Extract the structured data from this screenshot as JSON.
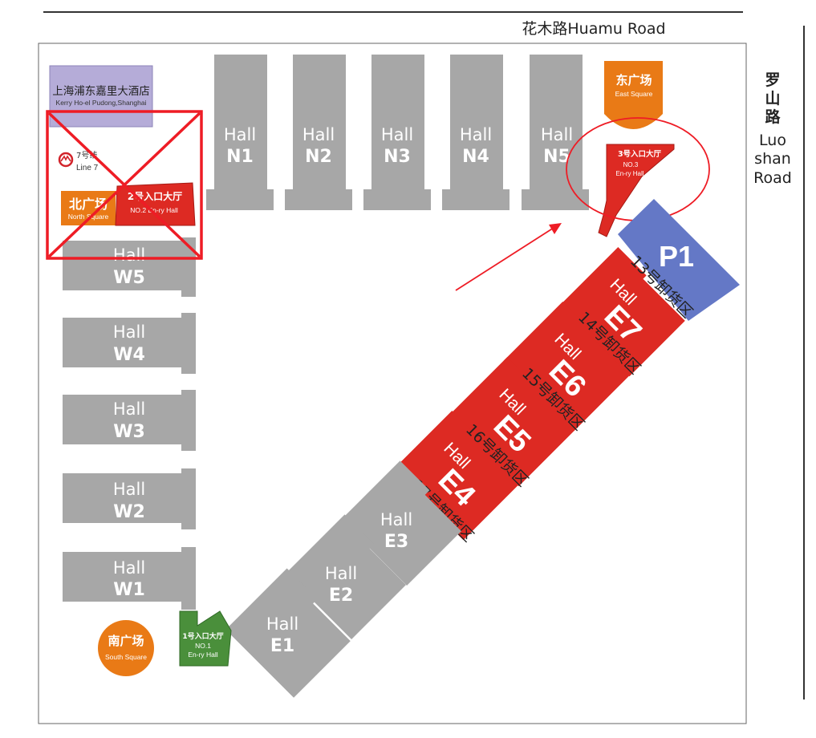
{
  "roads": {
    "north": "花木路Huamu Road",
    "east_cn": [
      "罗",
      "山",
      "路"
    ],
    "east_en": [
      "Luo",
      "shan",
      "Road"
    ]
  },
  "hotel": {
    "cn": "上海浦东嘉里大酒店",
    "en": "Kerry Ho-el Pudong,Shanghai"
  },
  "metro": {
    "cn": "7号线",
    "en": "Line 7"
  },
  "squares": {
    "north": {
      "cn": "北广场",
      "en": "North Square"
    },
    "east": {
      "cn": "东广场",
      "en": "East Square"
    },
    "south": {
      "cn": "南广场",
      "en": "South Square"
    }
  },
  "entries": {
    "no1": {
      "cn": "1号入口大厅",
      "no": "NO.1",
      "en": "En-ry Hall"
    },
    "no2": {
      "cn": "2号入口大厅",
      "en": "NO.2 En-ry Hall"
    },
    "no3": {
      "cn": "3号入口大厅",
      "no": "NO.3",
      "en": "En-ry Hall"
    }
  },
  "hall_word": "Hall",
  "halls_north": [
    "N1",
    "N2",
    "N3",
    "N4",
    "N5"
  ],
  "halls_west": [
    "W5",
    "W4",
    "W3",
    "W2",
    "W1"
  ],
  "halls_east_gray": [
    "E3",
    "E2",
    "E1"
  ],
  "halls_east_red": [
    "E7",
    "E6",
    "E5",
    "E4"
  ],
  "unloading": [
    "13号卸货区",
    "14号卸货区",
    "15号卸货区",
    "16号卸货区",
    "17号卸货区"
  ],
  "parking": "P1",
  "colors": {
    "hall_gray": "#a7a7a7",
    "hall_red": "#dd2a23",
    "orange": "#e97a16",
    "green": "#4a8f3b",
    "parking_blue": "#6478c6",
    "hotel_purple": "#b5acd8",
    "marker_red": "#ee1c25"
  }
}
